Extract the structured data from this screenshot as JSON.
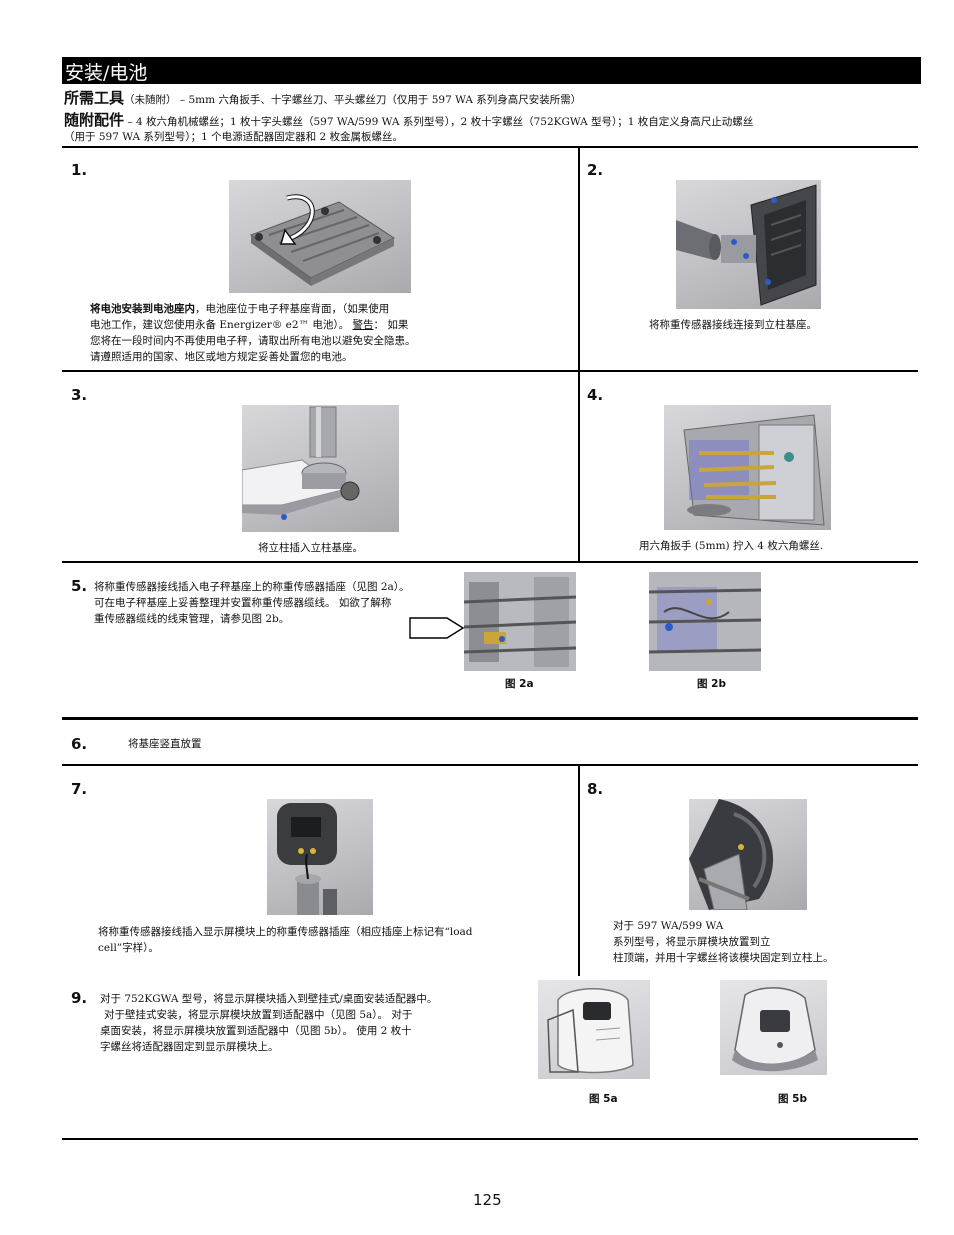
{
  "section_title": "安装/电池",
  "tools": {
    "heading": "所需工具",
    "text": "（未随附） – 5mm 六角扳手、十字螺丝刀、平头螺丝刀（仅用于 597 WA 系列身高尺安装所需）"
  },
  "accessories": {
    "heading": "随附配件",
    "line1": " – 4 枚六角机械螺丝；1 枚十字头螺丝（597 WA/599 WA 系列型号），2 枚十字螺丝（752KGWA 型号）；1 枚自定义身高尺止动螺丝",
    "line2": "（用于 597 WA 系列型号）；1 个电源适配器固定器和 2 枚金属板螺丝。"
  },
  "steps": {
    "s1": {
      "num": "1.",
      "bold": "将电池安装到电池座内",
      "l1": "，电池座位于电子秤基座背面，（如果使用",
      "l2a": "电池工作，建议您使用永备 Energizer® e2™ 电池）。 ",
      "warn": "警告",
      "l2b": "： 如果",
      "l3": "您将在一段时间内不再使用电子秤，请取出所有电池以避免安全隐患。",
      "l4": "请遵照适用的国家、地区或地方规定妥善处置您的电池。"
    },
    "s2": {
      "num": "2.",
      "text": "将称重传感器接线连接到立柱基座。"
    },
    "s3": {
      "num": "3.",
      "text": "将立柱插入立柱基座。"
    },
    "s4": {
      "num": "4.",
      "text": "用六角扳手 (5mm) 拧入 4 枚六角螺丝."
    },
    "s5": {
      "num": "5.",
      "l1": "将称重传感器接线插入电子秤基座上的称重传感器插座（见图 2a）。",
      "l2": "可在电子秤基座上妥善整理并安置称重传感器缆线。 如欲了解称",
      "l3": "重传感器缆线的线束管理，请参见图 2b。",
      "fig_a": "图 2a",
      "fig_b": "图 2b"
    },
    "s6": {
      "num": "6.",
      "text": "将基座竖直放置"
    },
    "s7": {
      "num": "7.",
      "l1": "将称重传感器接线插入显示屏模块上的称重传感器插座（相应插座上标记有“load",
      "l2": "cell”字样）。"
    },
    "s8": {
      "num": "8.",
      "l1": "对于 597 WA/599 WA",
      "l2": "系列型号，将显示屏模块放置到立",
      "l3": "柱顶端，并用十字螺丝将该模块固定到立柱上。"
    },
    "s9": {
      "num": "9.",
      "l1": "对于 752KGWA 型号，将显示屏模块插入到壁挂式/桌面安装适配器中。",
      "l2": "对于壁挂式安装，将显示屏模块放置到适配器中（见图 5a）。 对于",
      "l3": "桌面安装，将显示屏模块放置到适配器中（见图 5b）。 使用 2 枚十",
      "l4": "字螺丝将适配器固定到显示屏模块上。",
      "fig_a": "图 5a",
      "fig_b": "图 5b"
    }
  },
  "page_number": "125"
}
